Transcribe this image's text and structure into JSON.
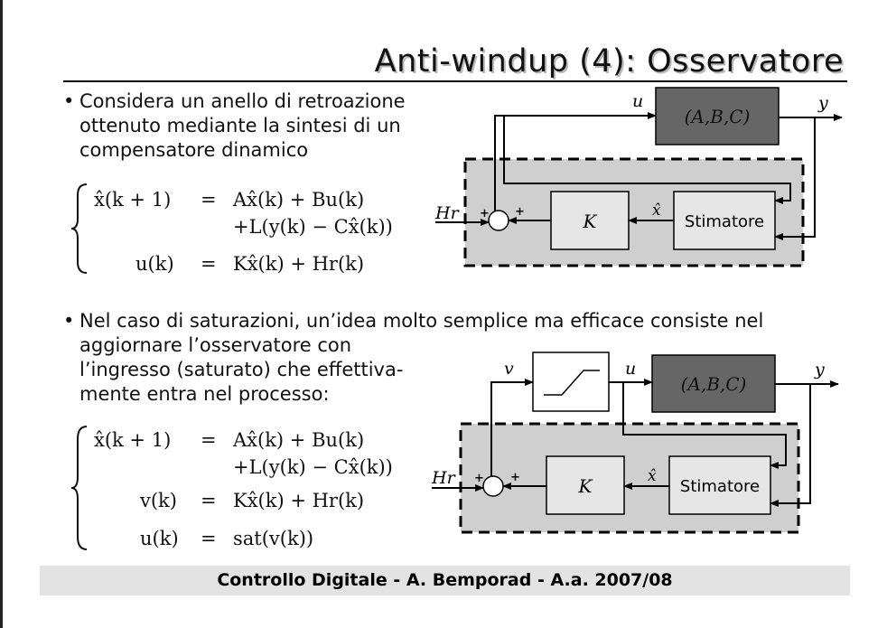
{
  "slide": {
    "title": "Anti-windup (4): Osservatore",
    "bullet1_lines": [
      "Considera un anello di retroazione",
      "ottenuto mediante la sintesi di un",
      "compensatore dinamico"
    ],
    "eq1": {
      "r1_lhs": "x̂(k + 1)",
      "r1_eq": "=",
      "r1_rhs": "Ax̂(k) + Bu(k)",
      "r2_rhs": "+L(y(k) − Cx̂(k))",
      "r3_lhs": "u(k)",
      "r3_eq": "=",
      "r3_rhs": "Kx̂(k) + Hr(k)"
    },
    "bullet2_lines": [
      "Nel caso di saturazioni, un’idea molto semplice ma efficace consiste nel",
      "aggiornare l’osservatore con",
      "l’ingresso (saturato) che effettiva-",
      "mente entra nel processo:"
    ],
    "eq2": {
      "r1_lhs": "x̂(k + 1)",
      "r1_eq": "=",
      "r1_rhs": "Ax̂(k) + Bu(k)",
      "r2_rhs": "+L(y(k) − Cx̂(k))",
      "r3_lhs": "v(k)",
      "r3_eq": "=",
      "r3_rhs": "Kx̂(k) + Hr(k)",
      "r4_lhs": "u(k)",
      "r4_eq": "=",
      "r4_rhs": "sat(v(k))"
    },
    "diagram1": {
      "plant": "(A,B,C)",
      "gain": "K",
      "estimator": "Stimatore",
      "sig_u": "u",
      "sig_y": "y",
      "sig_xhat": "x̂",
      "sig_hr": "Hr",
      "plus": "+"
    },
    "diagram2": {
      "plant": "(A,B,C)",
      "gain": "K",
      "estimator": "Stimatore",
      "sig_u": "u",
      "sig_v": "v",
      "sig_y": "y",
      "sig_xhat": "x̂",
      "sig_hr": "Hr",
      "plus": "+"
    },
    "footer": "Controllo Digitale - A. Bemporad - A.a. 2007/08"
  },
  "colors": {
    "plant_fill": "#666666",
    "block_fill": "#e6e6e6",
    "region_fill": "#cfcfcf"
  }
}
